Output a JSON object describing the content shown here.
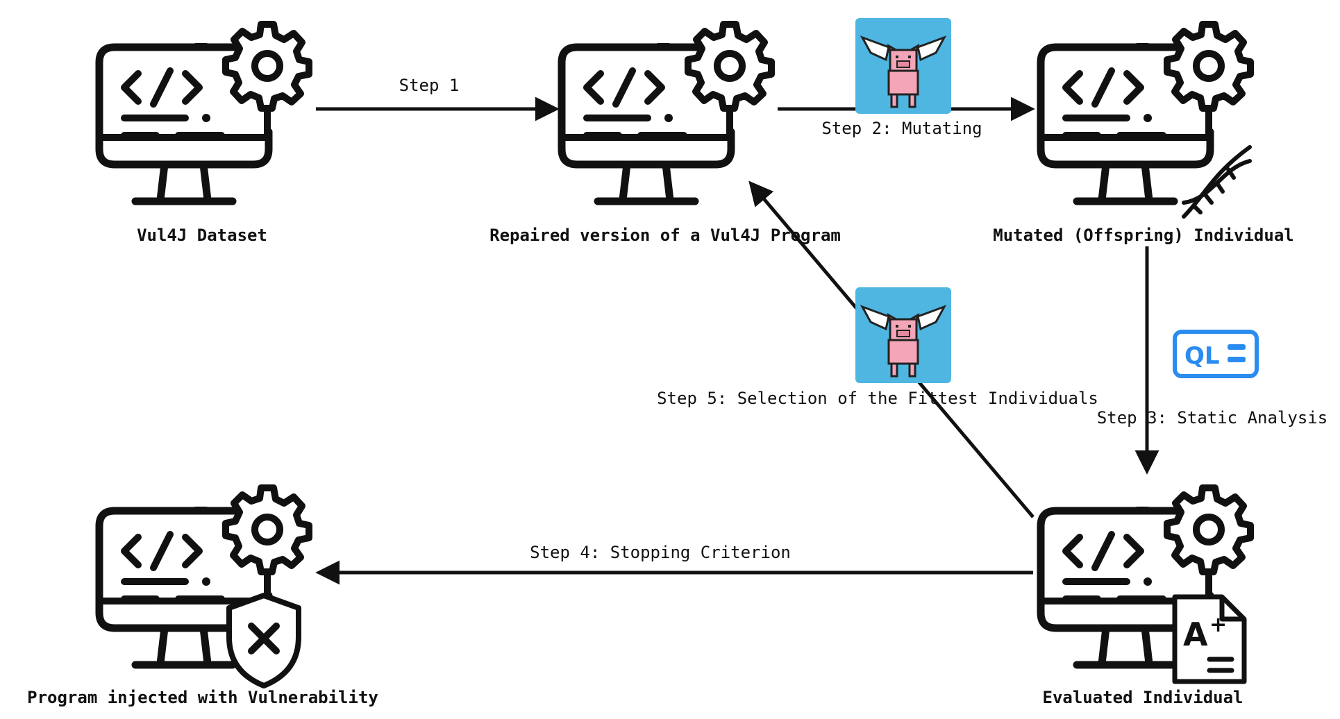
{
  "nodes": {
    "dataset": "Vul4J Dataset",
    "repaired": "Repaired version of a Vul4J Program",
    "mutated": "Mutated (Offspring) Individual",
    "evaluated": "Evaluated Individual",
    "injected": "Program injected with Vulnerability"
  },
  "steps": {
    "step1": "Step 1",
    "step2": "Step 2: Mutating",
    "step3": "Step 3: Static Analysis",
    "step4": "Step 4: Stopping Criterion",
    "step5": "Step 5: Selection of the Fittest Individuals"
  },
  "badges": {
    "codeql": "QL"
  },
  "icons": {
    "computer": "computer-code-gear-icon",
    "pig": "flying-pig-icon",
    "dna": "dna-icon",
    "shield": "shield-x-icon",
    "grade": "grade-document-icon",
    "codeql": "codeql-icon"
  },
  "colors": {
    "stroke": "#111111",
    "pig_bg": "#4fb6e2",
    "pig_pink": "#f4a5b8",
    "codeql_blue": "#2a8cf0"
  }
}
